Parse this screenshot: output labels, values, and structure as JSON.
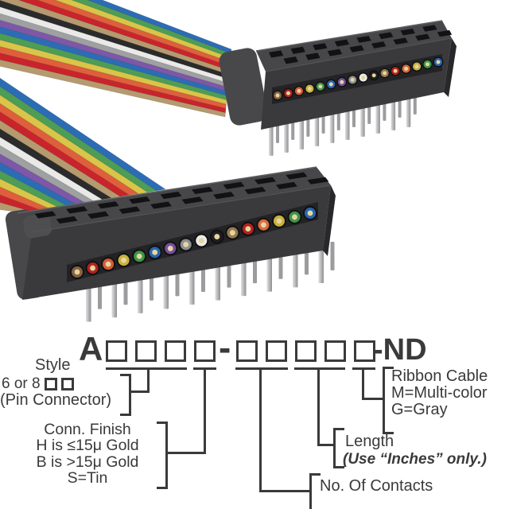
{
  "part_number": {
    "prefix": "A",
    "separator": "-",
    "suffix": "-ND",
    "group1_boxes": 4,
    "group2_boxes": 5
  },
  "callouts": {
    "style": {
      "label": "Style",
      "option_prefix": "6 or 8",
      "option_boxes": 2,
      "note": "(Pin Connector)"
    },
    "finish": {
      "label": "Conn. Finish",
      "options": [
        "H is ≤15μ Gold",
        "B is >15μ Gold",
        "S=Tin"
      ]
    },
    "contacts": {
      "label": "No. Of Contacts"
    },
    "length": {
      "label": "Length",
      "note": "(Use “Inches” only.)"
    },
    "ribbon": {
      "label": "Ribbon Cable",
      "options": [
        "M=Multi-color",
        "G=Gray"
      ]
    }
  },
  "colors": {
    "ink": "#3a3a3a",
    "background": "#ffffff"
  },
  "photo": {
    "body_top": "#47474a",
    "body_front": "#3a3a3c",
    "body_side": "#28282a",
    "body_cap": "#48484b",
    "latch": "#4e4e51",
    "recess": "#232325",
    "slot": "#121214",
    "edge_highlight": "#606063",
    "front_edge": "#56565a",
    "pin_light": "#e0e0e2",
    "pin_dark": "#909092",
    "pin_back": "#9c9c9e",
    "contact_rim": "#101012",
    "contact_center": "#e5d5a1",
    "contact_colors": [
      "#85603f",
      "#b3221f",
      "#d55a36",
      "#c9b13c",
      "#3e9447",
      "#2a66ad",
      "#76509f",
      "#8e8e92",
      "#ebebe9",
      "#1f1f21",
      "#997a50",
      "#b3221f",
      "#d8693f",
      "#c9b13c",
      "#3e9447",
      "#2a66ad"
    ],
    "ribbon_stripe_colors": [
      "#2c6cb5",
      "#4d9d55",
      "#d9c548",
      "#df5f3c",
      "#c9242b",
      "#b49a6e",
      "#2b2b2b",
      "#e9e9e7",
      "#9fa0a2",
      "#7e57a8",
      "#2c6cb5",
      "#4d9d55",
      "#d9c548",
      "#df5f3c",
      "#c9242b",
      "#b49a6e"
    ]
  }
}
